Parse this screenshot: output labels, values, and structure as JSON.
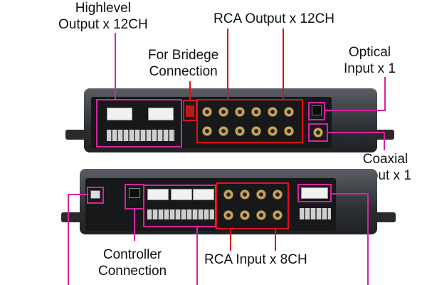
{
  "labels": {
    "highlevel_output": "Highlevel\nOutput x 12CH",
    "rca_output": "RCA Output x 12CH",
    "bridge": "For Bridege\nConnection",
    "optical": "Optical\nInput x 1",
    "coaxial": "Coaxial\nInput x 1",
    "controller": "Controller\nConnection",
    "rca_input": "RCA Input x 8CH"
  },
  "colors": {
    "highlight_magenta": "#d6249f",
    "highlight_red": "#e0101a",
    "chassis": "#3a3d42"
  },
  "icons": [
    "usb-port-icon",
    "ethernet-port-icon",
    "rca-jack-icon",
    "optical-port-icon",
    "coax-port-icon"
  ]
}
